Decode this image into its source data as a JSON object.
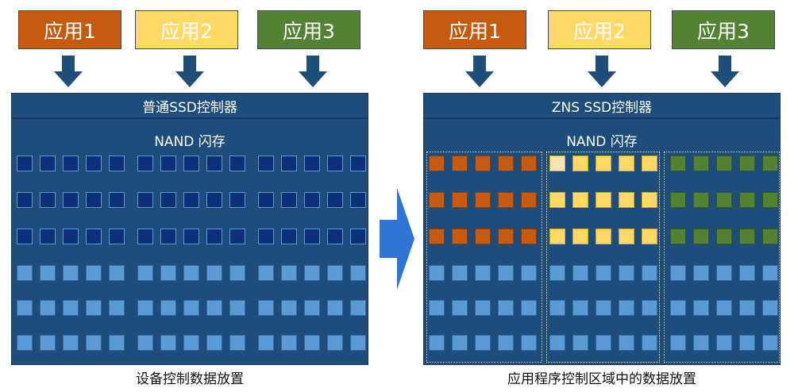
{
  "left": {
    "apps": [
      {
        "label": "应用1",
        "color": "#c55a11"
      },
      {
        "label": "应用2",
        "color": "#ffd966"
      },
      {
        "label": "应用3",
        "color": "#548235"
      }
    ],
    "controller": "普通SSD控制器",
    "nand": "NAND 闪存",
    "caption": "设备控制数据放置"
  },
  "right": {
    "apps": [
      {
        "label": "应用1",
        "color": "#c55a11"
      },
      {
        "label": "应用2",
        "color": "#ffd966"
      },
      {
        "label": "应用3",
        "color": "#548235"
      }
    ],
    "controller": "ZNS SSD控制器",
    "nand": "NAND 闪存",
    "caption": "应用程序控制区域中的数据放置"
  },
  "colors": {
    "panel": "#1e4c7b",
    "block_used": "#0c2f78",
    "block_free": "#5b9bd5",
    "arrow": "#1f4e79",
    "transition_arrow": "#2e75d6"
  }
}
